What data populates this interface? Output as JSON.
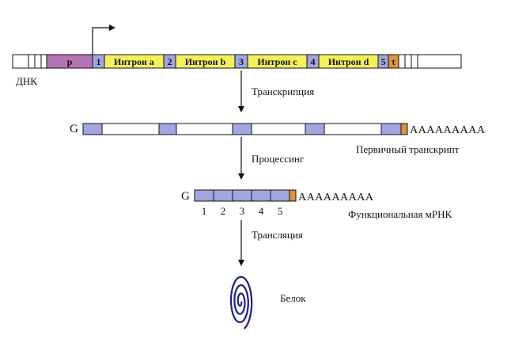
{
  "dna": {
    "label": "ДНК",
    "promoter_label": "p",
    "terminator_label": "t",
    "exons": [
      "1",
      "2",
      "3",
      "4",
      "5"
    ],
    "introns": [
      "Интрон a",
      "Интрон b",
      "Интрон c",
      "Интрон d"
    ]
  },
  "steps": {
    "transcription": "Транскрипция",
    "processing": "Процессинг",
    "translation": "Трансляция"
  },
  "primary_transcript": {
    "cap": "G",
    "polyA": "AAAAAAAAA",
    "label": "Первичный транскрипт"
  },
  "mrna": {
    "cap": "G",
    "polyA": "AAAAAAAAA",
    "label": "Функциональная мРНК",
    "exon_numbers": [
      "1",
      "2",
      "3",
      "4",
      "5"
    ]
  },
  "protein": {
    "label": "Белок"
  },
  "colors": {
    "exon": "#9fa6e0",
    "intron": "#f4f05a",
    "promoter": "#b673b5",
    "terminator": "#e0923a",
    "line": "#111111"
  }
}
